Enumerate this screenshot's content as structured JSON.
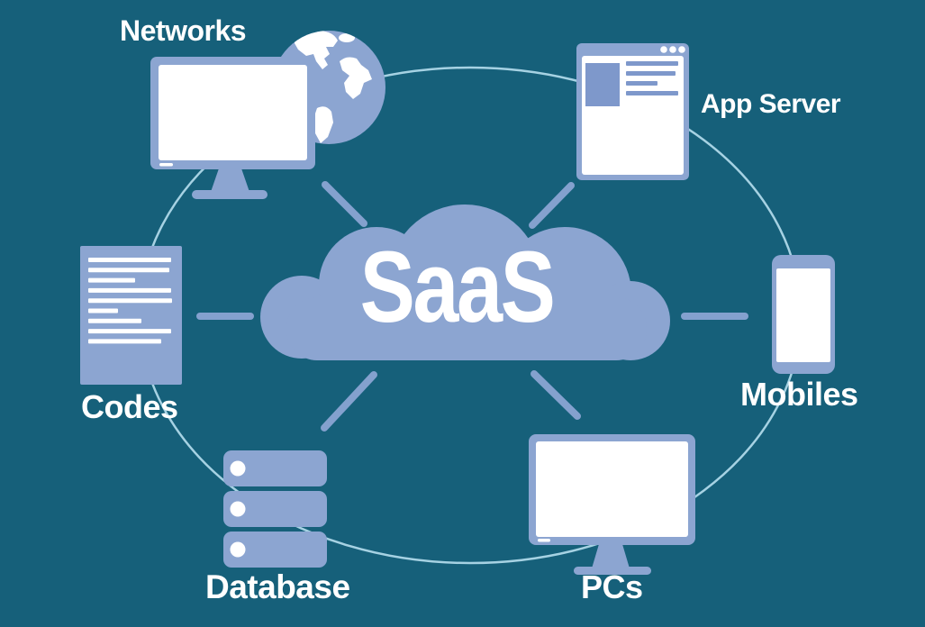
{
  "title": "SaaS cloud infographic",
  "colors": {
    "background": "#16607A",
    "accent": "#8CA5D1",
    "accent_inner": "#7E98CB",
    "connector": "#84A1CE",
    "ring": "#A6D2E3",
    "text": "#FFFFFF"
  },
  "cloud": {
    "label": "SaaS"
  },
  "nodes": [
    {
      "id": "networks",
      "label": "Networks",
      "icon": "monitor-globe-icon",
      "position": "top-left"
    },
    {
      "id": "app-server",
      "label": "App Server",
      "icon": "browser-window-icon",
      "position": "top-right"
    },
    {
      "id": "mobiles",
      "label": "Mobiles",
      "icon": "smartphone-icon",
      "position": "right"
    },
    {
      "id": "pcs",
      "label": "PCs",
      "icon": "desktop-monitor-icon",
      "position": "bottom-right"
    },
    {
      "id": "database",
      "label": "Database",
      "icon": "server-stack-icon",
      "position": "bottom-left"
    },
    {
      "id": "codes",
      "label": "Codes",
      "icon": "code-document-icon",
      "position": "left"
    }
  ]
}
